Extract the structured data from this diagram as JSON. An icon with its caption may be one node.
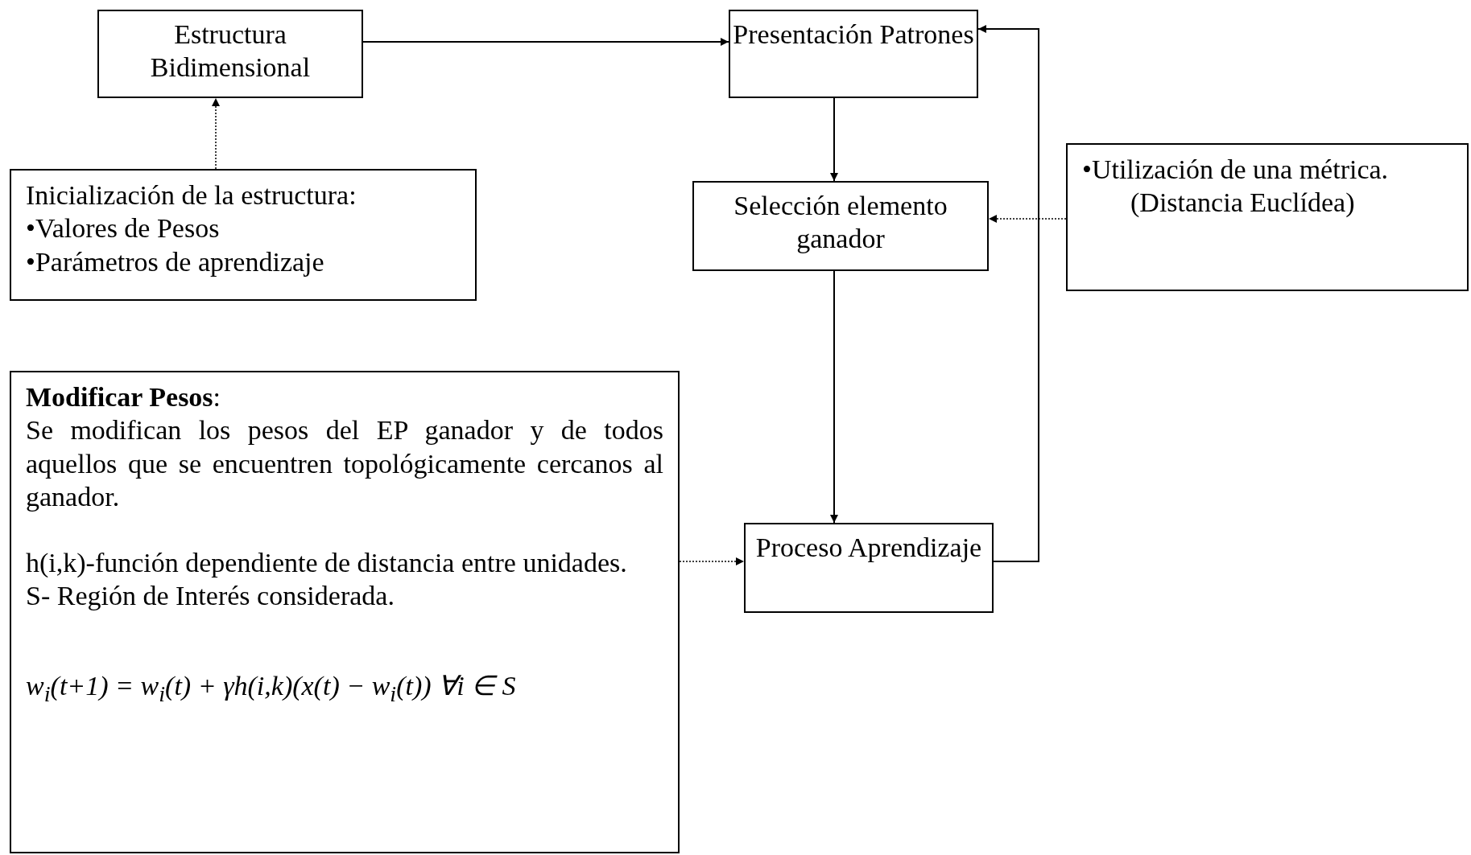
{
  "diagram": {
    "nodes": [
      {
        "text": [
          "Estructura Bidimensional"
        ]
      },
      {
        "text": [
          "Presentación Patrones"
        ]
      },
      {
        "text": [
          "Inicialización de la estructura:",
          "•Valores de Pesos",
          "•Parámetros de aprendizaje"
        ]
      },
      {
        "text": [
          "Selección elemento ganador"
        ]
      },
      {
        "text": [
          "•Utilización de una métrica.",
          "(Distancia Euclídea)"
        ]
      },
      {
        "text": [
          "**Modificar Pesos**:",
          "Se modifican los pesos del EP ganador y de todos aquellos que se encuentren topológicamente cercanos al ganador.",
          "h(i,k)-función dependiente de distancia entre unidades.",
          "S- Región de Interés considerada.",
          "w$_{i}$(t+1) = w$_{i}$(t) + γh(i,k)(x(t) − w$_{i}$(t)) ∀i ∈ S"
        ]
      },
      {
        "text": [
          "Proceso Aprendizaje"
        ]
      }
    ],
    "edges": [
      {
        "from": 0,
        "to": 1,
        "arrow": "to"
      },
      {
        "from": 2,
        "to": 0,
        "arrow": "to",
        "style": "dashed"
      },
      {
        "from": 1,
        "to": 3,
        "arrow": "to"
      },
      {
        "from": 4,
        "to": 3,
        "arrow": "to",
        "style": "dashed"
      },
      {
        "from": 3,
        "to": 6,
        "arrow": "to"
      },
      {
        "from": 5,
        "to": 6,
        "arrow": "to",
        "style": "dashed"
      },
      {
        "from": 6,
        "to": 1,
        "arrow": "to"
      }
    ]
  }
}
